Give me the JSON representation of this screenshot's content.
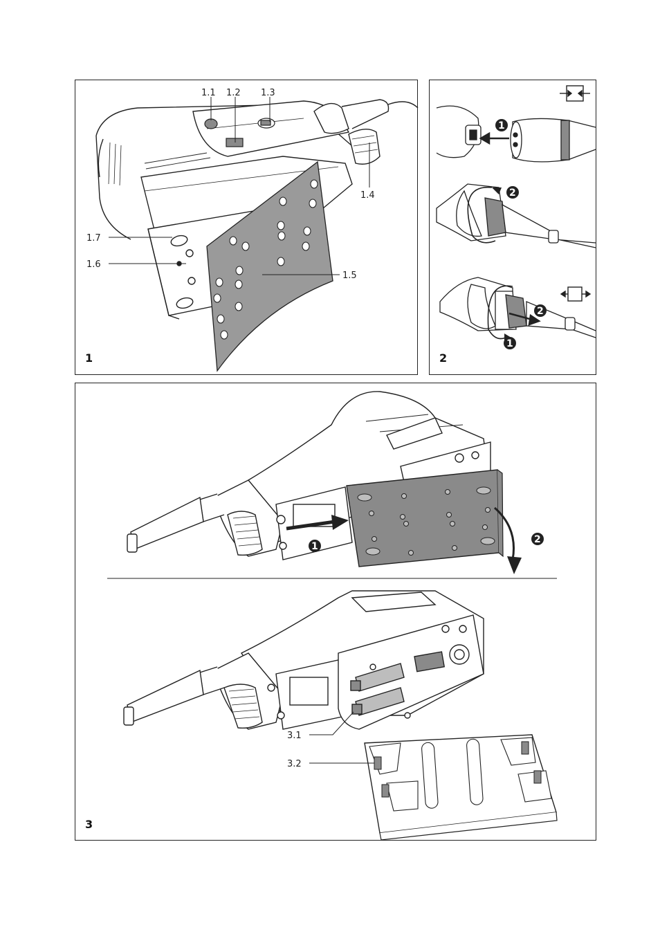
{
  "figures": {
    "fig1": {
      "number": "1",
      "labels": {
        "l11": "1.1",
        "l12": "1.2",
        "l13": "1.3",
        "l14": "1.4",
        "l15": "1.5",
        "l16": "1.6",
        "l17": "1.7"
      }
    },
    "fig2": {
      "number": "2",
      "steps": {
        "s1a": "1",
        "s2a": "2",
        "s2b": "2",
        "s1b": "1"
      }
    },
    "fig3": {
      "number": "3",
      "labels": {
        "l31": "3.1",
        "l32": "3.2"
      },
      "steps": {
        "s1": "1",
        "s2": "2"
      }
    }
  },
  "colors": {
    "line": "#222222",
    "pad": "#8a8a8a",
    "paper": "#9a9a9a",
    "light": "#e6e6e6"
  }
}
